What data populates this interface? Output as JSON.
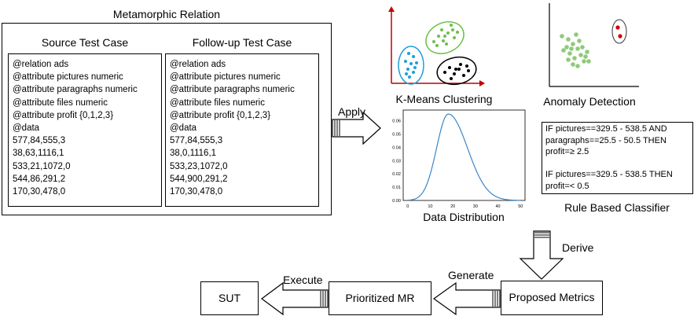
{
  "mr": {
    "title": "Metamorphic Relation",
    "source_title": "Source Test Case",
    "followup_title": "Follow-up Test Case",
    "source_lines": [
      "@relation ads",
      "@attribute pictures numeric",
      "@attribute paragraphs numeric",
      "@attribute files numeric",
      "@attribute profit {0,1,2,3}",
      "@data",
      "577,84,555,3",
      "38,63,1116,1",
      "533,21,1072,0",
      "544,86,291,2",
      "170,30,478,0"
    ],
    "followup_lines": [
      "@relation ads",
      "@attribute pictures numeric",
      "@attribute paragraphs numeric",
      "@attribute files numeric",
      "@attribute profit {0,1,2,3}",
      "@data",
      "577,84,555,3",
      "38,0,1116,1",
      "533,23,1072,0",
      "544,900,291,2",
      "170,30,478,0"
    ]
  },
  "arrows": {
    "apply": "Apply",
    "derive": "Derive",
    "generate": "Generate",
    "execute": "Execute"
  },
  "analyses": {
    "kmeans": "K-Means Clustering",
    "anomaly": "Anomaly Detection",
    "distribution": "Data Distribution",
    "rule_classifier": "Rule Based Classifier"
  },
  "rules": {
    "rule1": [
      "IF  pictures==329.5 - 538.5 AND",
      "paragraphs==25.5 - 50.5 THEN",
      "profit=≥ 2.5"
    ],
    "rule2": [
      "IF pictures==329.5 - 538.5 THEN",
      "profit=< 0.5"
    ]
  },
  "pipeline": {
    "sut": "SUT",
    "prioritized": "Prioritized MR",
    "metrics": "Proposed Metrics"
  },
  "distribution_chart": {
    "x_ticks": [
      "0",
      "10",
      "20",
      "30",
      "40",
      "50"
    ],
    "y_ticks": [
      "0.00",
      "0.01",
      "0.02",
      "0.03",
      "0.04",
      "0.05",
      "0.06"
    ]
  },
  "colors": {
    "cluster_blue": "#1f9fd8",
    "cluster_green": "#6cc04a",
    "cluster_black": "#000000",
    "anomaly_point": "#cc0000",
    "normal_point": "#8fca7a",
    "curve": "#3b86c6"
  }
}
